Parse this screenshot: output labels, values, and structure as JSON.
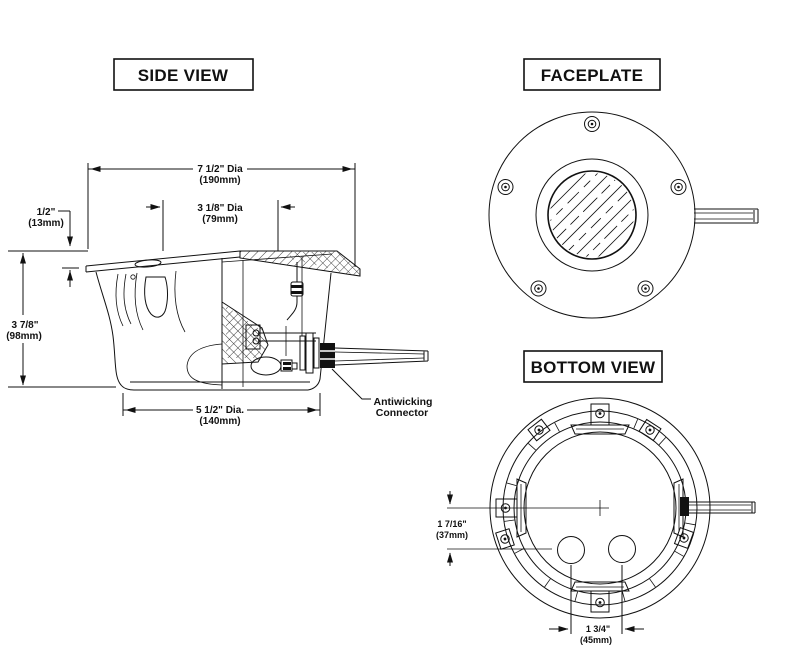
{
  "document": {
    "type": "technical-dimension-diagram",
    "line_color": "#111111",
    "background": "#ffffff"
  },
  "titles": {
    "side_view": "SIDE VIEW",
    "faceplate": "FACEPLATE",
    "bottom_view": "BOTTOM VIEW"
  },
  "side_view": {
    "dim_outer_dia": {
      "line1": "7 1/2\" Dia",
      "line2": "(190mm)"
    },
    "dim_inner_dia": {
      "line1": "3 1/8\" Dia",
      "line2": "(79mm)"
    },
    "dim_lip": {
      "line1": "1/2\"",
      "line2": "(13mm)"
    },
    "dim_height": {
      "line1": "3 7/8\"",
      "line2": "(98mm)"
    },
    "dim_body_dia": {
      "line1": "5 1/2\" Dia.",
      "line2": "(140mm)"
    },
    "connector_label": {
      "line1": "Antiwicking",
      "line2": "Connector"
    }
  },
  "bottom_view": {
    "dim_center_offset": {
      "line1": "1 7/16\"",
      "line2": "(37mm)"
    },
    "dim_hole_spacing": {
      "line1": "1 3/4\"",
      "line2": "(45mm)"
    }
  }
}
